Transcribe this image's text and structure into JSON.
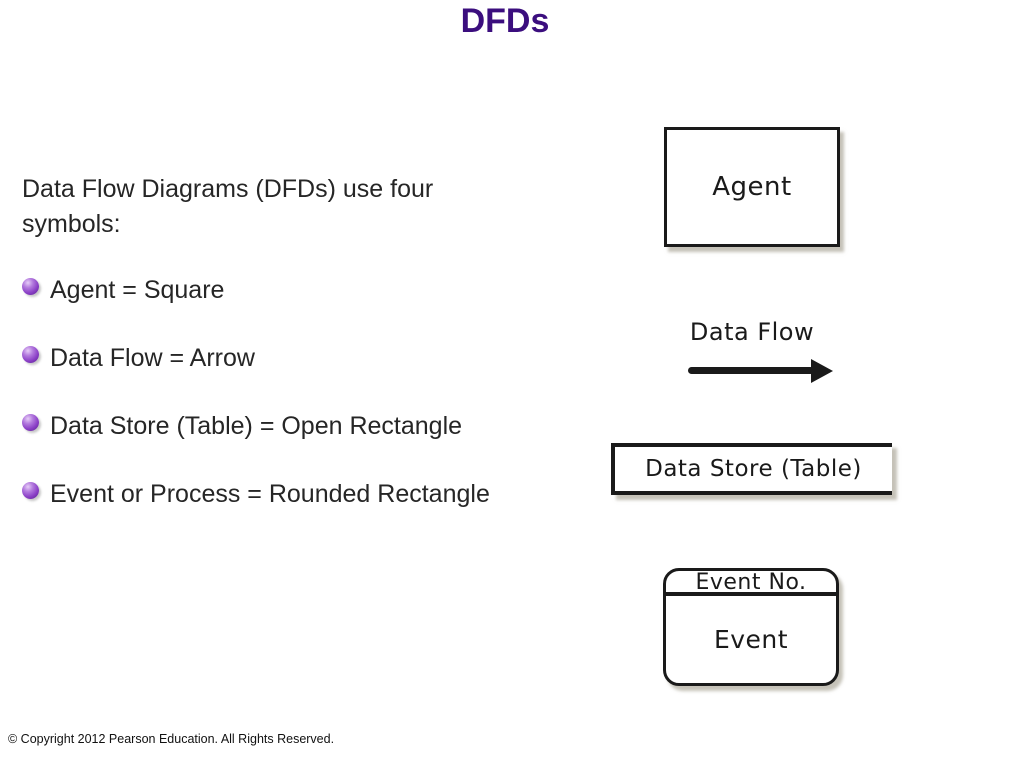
{
  "title": "DFDs",
  "intro": "Data Flow Diagrams (DFDs) use four symbols:",
  "bullets": [
    "Agent = Square",
    "Data Flow = Arrow",
    "Data Store (Table) = Open Rectangle",
    "Event or Process = Rounded Rectangle"
  ],
  "diagram": {
    "agent_label": "Agent",
    "data_flow_label": "Data Flow",
    "data_store_label": "Data Store (Table)",
    "event_header_label": "Event No.",
    "event_body_label": "Event"
  },
  "footer": {
    "copyright": "© Copyright 2012 Pearson Education. All Rights Reserved."
  },
  "colors": {
    "title_purple": "#3b0e7e",
    "body_text": "#262626",
    "diagram_ink": "#1a1a1a",
    "bullet_purple": "#8a3fc6",
    "drop_shadow": "#cfc9bd",
    "background": "#ffffff"
  }
}
